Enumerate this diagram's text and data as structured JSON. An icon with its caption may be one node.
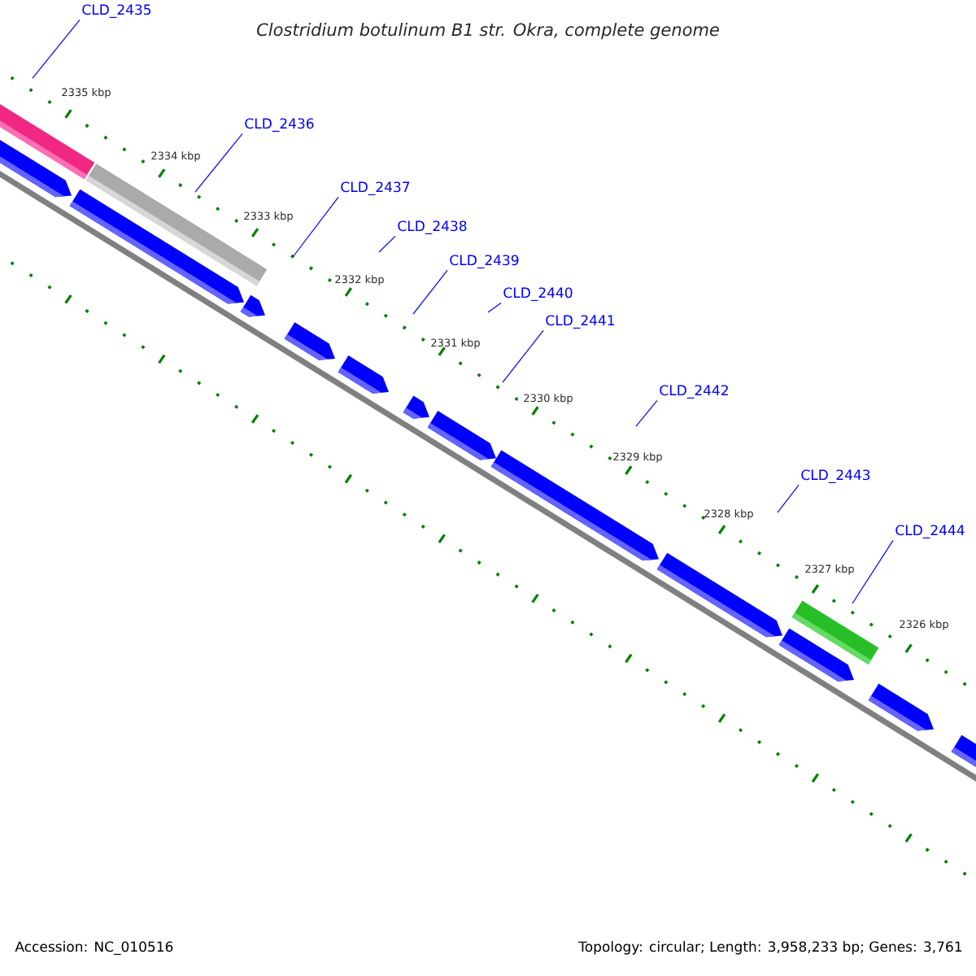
{
  "diagram": {
    "title": "Clostridium botulinum B1 str. Okra, complete genome",
    "nodes": [
      {
        "text": [
          "CLD_2435"
        ]
      },
      {
        "text": [
          "CLD_2436"
        ]
      },
      {
        "text": [
          "CLD_2437"
        ]
      },
      {
        "text": [
          "CLD_2438"
        ]
      },
      {
        "text": [
          "CLD_2439"
        ]
      },
      {
        "text": [
          "CLD_2440"
        ]
      },
      {
        "text": [
          "CLD_2441"
        ]
      },
      {
        "text": [
          "CLD_2442"
        ]
      },
      {
        "text": [
          "CLD_2443"
        ]
      },
      {
        "text": [
          "CLD_2444"
        ]
      }
    ],
    "edges": [
      {
        "from": 0,
        "to": null,
        "arrow": "none"
      },
      {
        "from": 1,
        "to": null,
        "arrow": "none"
      },
      {
        "from": 2,
        "to": null,
        "arrow": "none"
      },
      {
        "from": 3,
        "to": null,
        "arrow": "none"
      },
      {
        "from": 4,
        "to": null,
        "arrow": "none"
      },
      {
        "from": 5,
        "to": null,
        "arrow": "none"
      },
      {
        "from": 6,
        "to": null,
        "arrow": "none"
      },
      {
        "from": 7,
        "to": null,
        "arrow": "none"
      },
      {
        "from": 8,
        "to": null,
        "arrow": "none"
      },
      {
        "from": 9,
        "to": null,
        "arrow": "none"
      }
    ],
    "labels": [
      "2335 kbp",
      "2334 kbp",
      "2333 kbp",
      "2332 kbp",
      "2331 kbp",
      "2330 kbp",
      "2329 kbp",
      "2328 kbp",
      "2327 kbp",
      "2326 kbp",
      "Accession: NC_010516",
      "Topology: circular; Length: 3,958,233 bp; Genes: 3,761"
    ]
  }
}
